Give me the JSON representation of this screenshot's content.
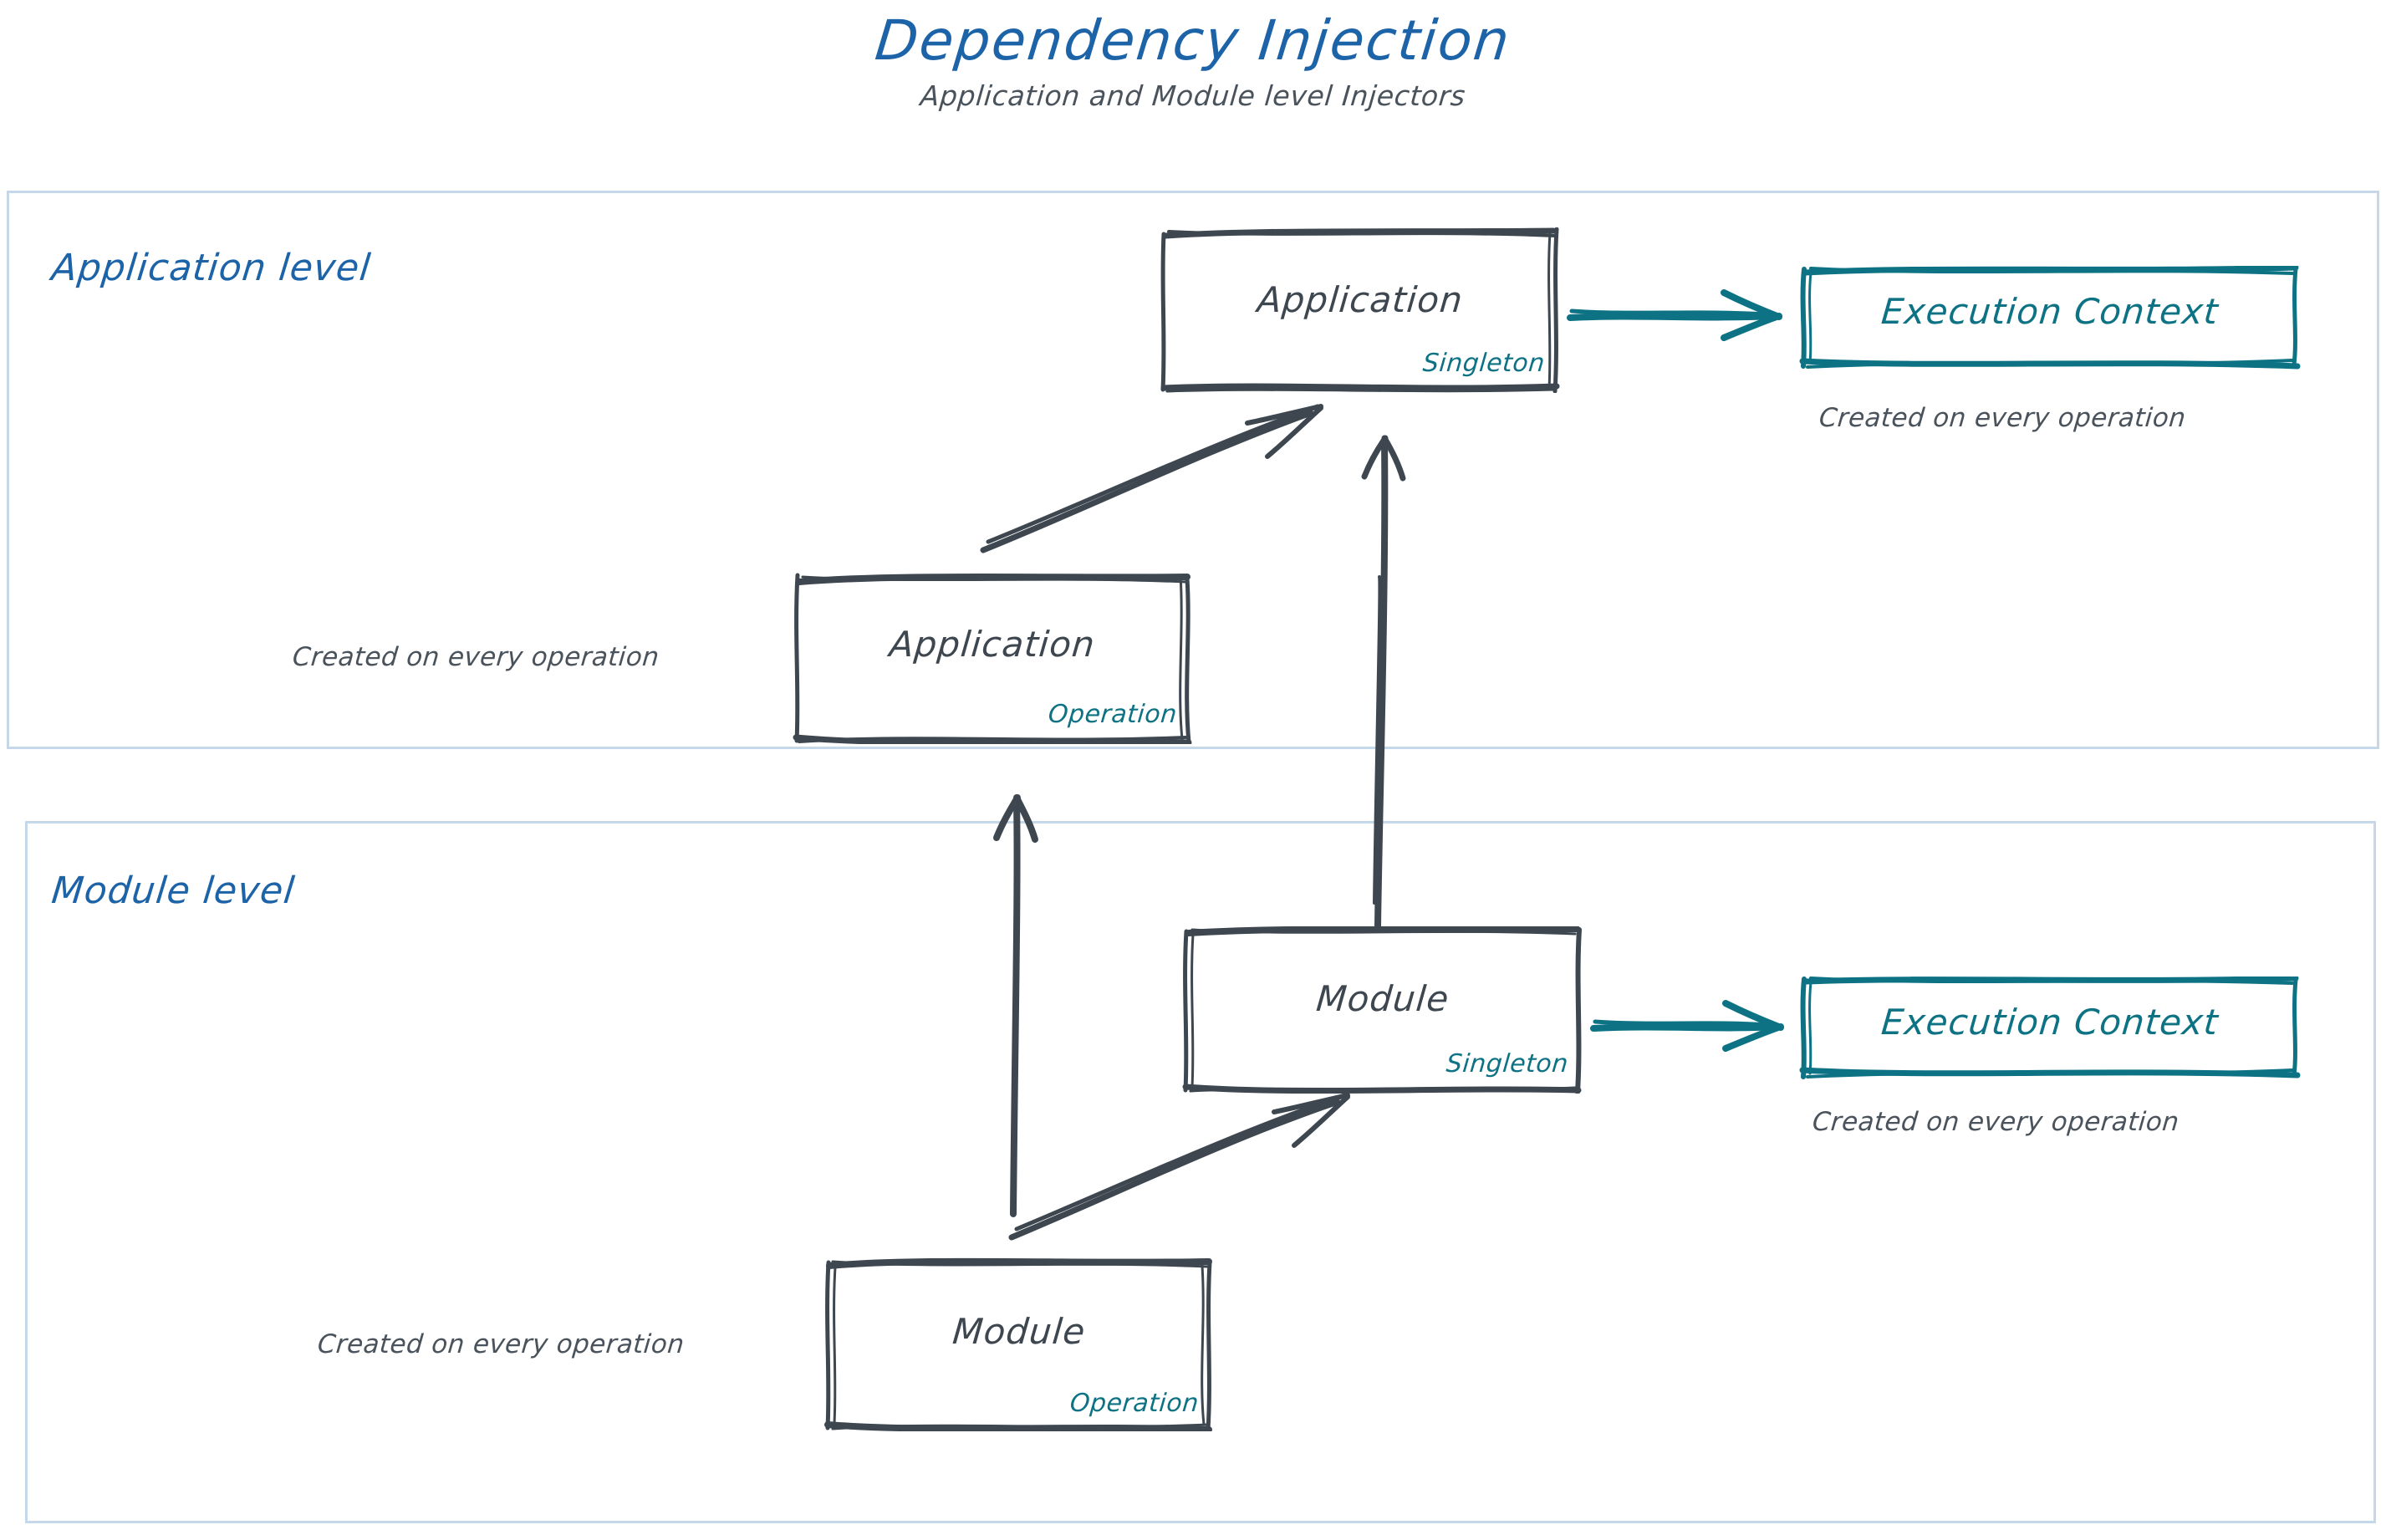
{
  "header": {
    "title": "Dependency Injection",
    "subtitle": "Application and Module level Injectors",
    "title_color": "#1d63a8",
    "subtitle_color": "#4a535c"
  },
  "palette": {
    "accent_blue": "#1d63a8",
    "teal": "#0d7284",
    "sketch_gray": "#3e4750",
    "container_border": "#c4d8ea",
    "background": "#ffffff"
  },
  "sections": [
    {
      "id": "application-level",
      "label": "Application level"
    },
    {
      "id": "module-level",
      "label": "Module level"
    }
  ],
  "nodes": {
    "app_singleton": {
      "title": "Application",
      "scope": "Singleton"
    },
    "app_operation": {
      "title": "Application",
      "scope": "Operation"
    },
    "module_singleton": {
      "title": "Module",
      "scope": "Singleton"
    },
    "module_operation": {
      "title": "Module",
      "scope": "Operation"
    },
    "exec_context_app": {
      "title": "Execution Context"
    },
    "exec_context_module": {
      "title": "Execution Context"
    }
  },
  "captions": {
    "exec_app": "Created on every operation",
    "exec_module": "Created on every operation",
    "app_operation": "Created on every operation",
    "module_operation": "Created on every operation"
  },
  "arrows": [
    {
      "id": "app-singleton-to-exec-context",
      "from": "app_singleton",
      "to": "exec_context_app",
      "color": "#0d7284"
    },
    {
      "id": "module-singleton-to-exec-context",
      "from": "module_singleton",
      "to": "exec_context_module",
      "color": "#0d7284"
    },
    {
      "id": "app-operation-to-app-singleton",
      "from": "app_operation",
      "to": "app_singleton",
      "color": "#3e4750"
    },
    {
      "id": "module-operation-to-module-singleton",
      "from": "module_operation",
      "to": "module_singleton",
      "color": "#3e4750"
    },
    {
      "id": "module-singleton-to-app-singleton",
      "from": "module_singleton",
      "to": "app_singleton",
      "color": "#3e4750"
    },
    {
      "id": "module-operation-to-app-operation",
      "from": "module_operation",
      "to": "app_operation",
      "color": "#3e4750"
    }
  ]
}
